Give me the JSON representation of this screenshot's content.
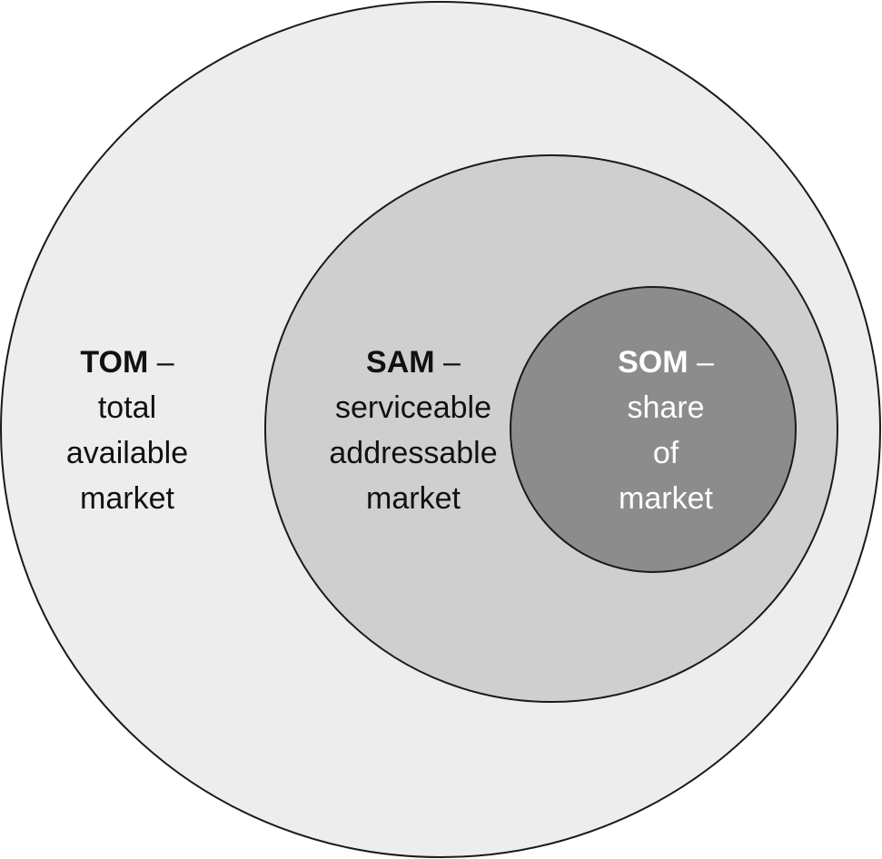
{
  "colors": {
    "outer_fill": "#ededed",
    "middle_fill": "#cfcfcf",
    "inner_fill": "#8c8c8c",
    "stroke": "#1a1a1a",
    "dark_text": "#111111",
    "light_text": "#ffffff"
  },
  "circles": [
    {
      "id": "tom",
      "abbr": "TOM",
      "dash": " –",
      "lines": [
        "total",
        "available",
        "market"
      ]
    },
    {
      "id": "sam",
      "abbr": "SAM",
      "dash": " –",
      "lines": [
        "serviceable",
        "addressable",
        "market"
      ]
    },
    {
      "id": "som",
      "abbr": "SOM",
      "dash": " –",
      "lines": [
        "share",
        "of",
        "market"
      ]
    }
  ]
}
